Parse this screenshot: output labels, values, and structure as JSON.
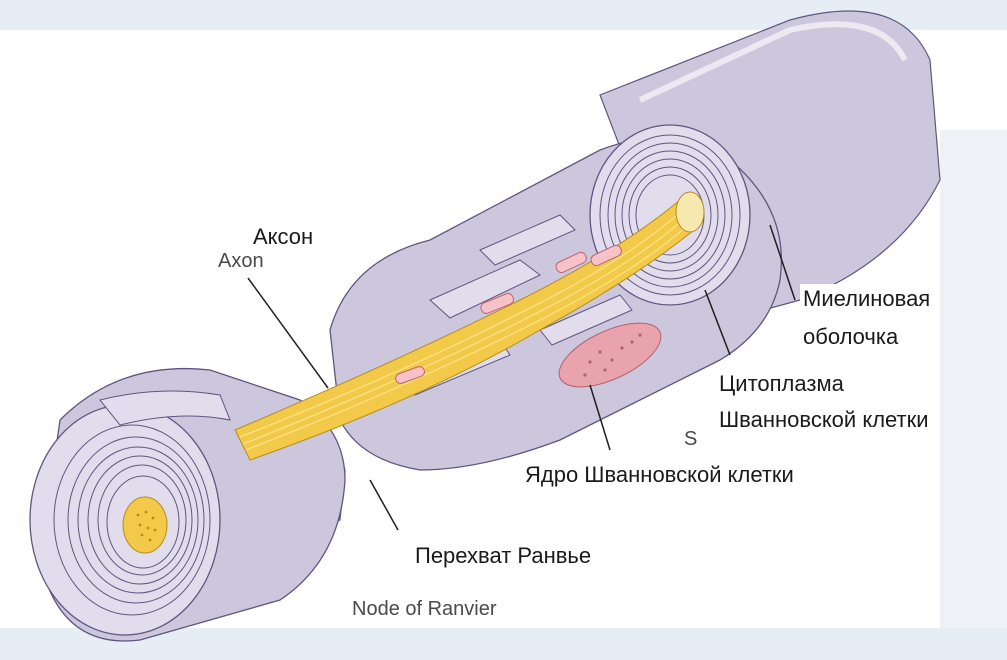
{
  "labels": {
    "axon_ru": "Аксон",
    "axon_en": "Axon",
    "myelin_line1": "Миелиновая",
    "myelin_line2": "оболочка",
    "cytoplasm_line1": "Цитоплазма",
    "cytoplasm_line2": "Шванновской клетки",
    "nucleus": "Ядро Шванновской клетки",
    "node_ru": "Перехват Ранвье",
    "node_en": "Node of Ranvier",
    "stray_s": "S"
  },
  "colors": {
    "background_band": "#e6edf5",
    "sheath": "#cdc7de",
    "sheath_light": "#e2dded",
    "sheath_dark": "#a79fc4",
    "outline": "#5d5680",
    "axon": "#f3c94a",
    "axon_light": "#f9e27e",
    "nucleus": "#e9a3ad",
    "mito": "#f6c2c7"
  }
}
